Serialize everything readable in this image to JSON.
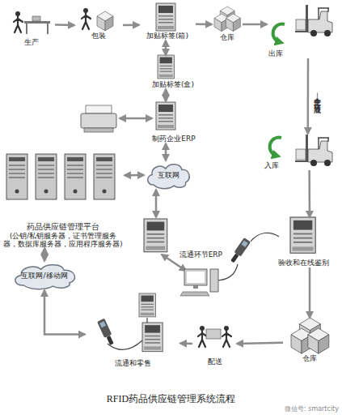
{
  "diagram": {
    "caption": "RFID药品供应链管理系统流程",
    "nodes": [
      {
        "text": [
          "生产"
        ]
      },
      {
        "text": [
          "包装"
        ]
      },
      {
        "text": [
          "加贴标签(箱)"
        ]
      },
      {
        "text": [
          "仓库"
        ]
      },
      {
        "text": [
          "出库"
        ]
      },
      {
        "text": [
          "入库"
        ]
      },
      {
        "text": [
          "加贴标签(盒)"
        ]
      },
      {
        "text": [
          "制药企业ERP"
        ]
      },
      {
        "text": [
          "互联网"
        ]
      },
      {
        "text": [
          "药品供应链管理平台",
          "(公钥/私钥服务器，证书管理服务器，数据库服务器，应用程序服务器)"
        ]
      },
      {
        "text": [
          "流通环节ERP"
        ]
      },
      {
        "text": [
          "验收和在线鉴别"
        ]
      },
      {
        "text": [
          "互联网/移动网"
        ]
      },
      {
        "text": [
          "流通和零售"
        ]
      },
      {
        "text": [
          "配送"
        ]
      },
      {
        "text": [
          "仓库"
        ]
      }
    ],
    "edges": [
      {
        "from": 0,
        "to": 1,
        "arrow": "to"
      },
      {
        "from": 1,
        "to": 2,
        "arrow": "to"
      },
      {
        "from": 2,
        "to": 3,
        "arrow": "to"
      },
      {
        "from": 3,
        "to": 4,
        "arrow": "to"
      },
      {
        "from": 4,
        "to": 5,
        "label": "生产企业—流通环节",
        "arrow": "to"
      },
      {
        "from": 5,
        "to": 11,
        "arrow": "to"
      },
      {
        "from": 11,
        "to": 15,
        "arrow": "to"
      },
      {
        "from": 15,
        "to": 14,
        "arrow": "to"
      },
      {
        "from": 14,
        "to": 13,
        "arrow": "to"
      },
      {
        "from": 2,
        "to": 6,
        "arrow": "both"
      },
      {
        "from": 6,
        "to": 7,
        "arrow": "both"
      },
      {
        "from": 7,
        "to": 8,
        "arrow": "both"
      },
      {
        "from": 9,
        "to": 8,
        "arrow": "both"
      },
      {
        "from": 8,
        "to": 10,
        "arrow": "both"
      },
      {
        "from": 9,
        "to": 12,
        "arrow": "both"
      },
      {
        "from": 12,
        "to": 13,
        "arrow": "both"
      }
    ],
    "labels": [
      "微信号: smartcity"
    ]
  }
}
